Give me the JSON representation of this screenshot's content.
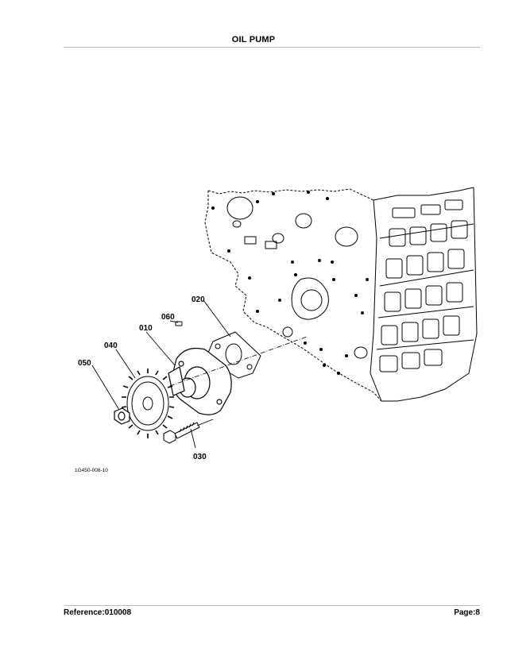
{
  "header": {
    "title": "OIL PUMP"
  },
  "figure": {
    "code": "1G450-008-10",
    "callouts": [
      "010",
      "020",
      "030",
      "040",
      "050",
      "060"
    ]
  },
  "footer": {
    "reference": "Reference:010008",
    "page": "Page:8"
  }
}
